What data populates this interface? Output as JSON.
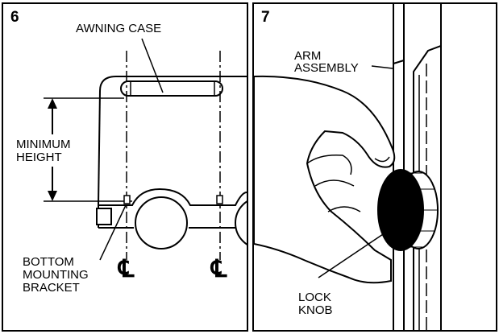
{
  "panel6": {
    "number": "6",
    "labels": {
      "awning_case": "AWNING CASE",
      "minimum_height_1": "MINIMUM",
      "minimum_height_2": "HEIGHT",
      "bottom_bracket_1": "BOTTOM",
      "bottom_bracket_2": "MOUNTING",
      "bottom_bracket_3": "BRACKET"
    },
    "centerline_symbol": "℄"
  },
  "panel7": {
    "number": "7",
    "labels": {
      "arm_assembly_1": "ARM",
      "arm_assembly_2": "ASSEMBLY",
      "lock_knob_1": "LOCK",
      "lock_knob_2": "KNOB"
    }
  },
  "colors": {
    "ink": "#000000",
    "paper": "#ffffff"
  }
}
